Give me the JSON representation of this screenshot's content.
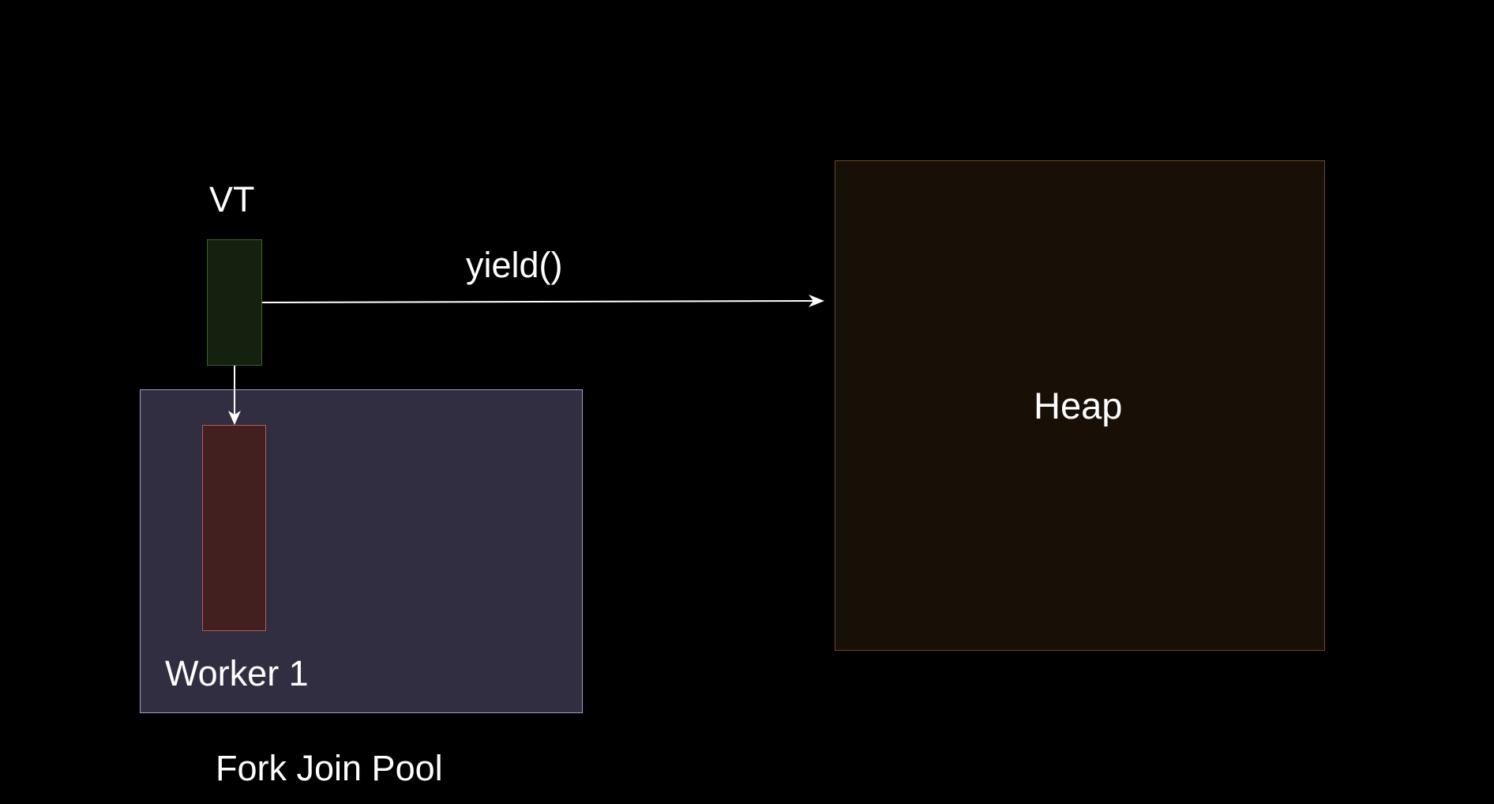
{
  "labels": {
    "vt": "VT",
    "yield": "yield()",
    "heap": "Heap",
    "worker": "Worker 1",
    "pool": "Fork Join Pool"
  },
  "colors": {
    "background": "#000000",
    "vt_fill": "#14210f",
    "vt_stroke": "#3f6128",
    "pool_fill": "#312e42",
    "pool_stroke": "#a49dc6",
    "worker_fill": "#432020",
    "worker_stroke": "#b4595b",
    "heap_fill": "#181006",
    "heap_stroke": "#6a4a27",
    "arrow": "#ffffff"
  },
  "connections": [
    {
      "from": "vt",
      "to": "heap",
      "label": "yield()"
    },
    {
      "from": "vt",
      "to": "worker-1"
    }
  ]
}
